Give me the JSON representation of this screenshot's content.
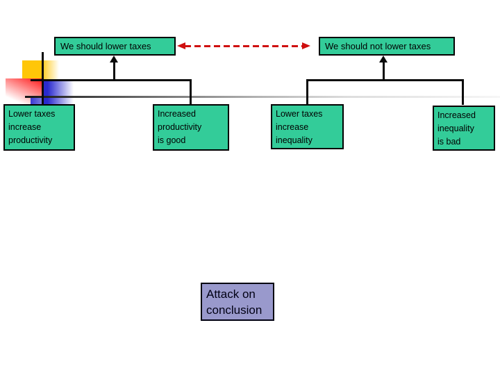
{
  "colors": {
    "node_fill": "#33cc99",
    "node_border": "#000000",
    "annotation_fill": "#9999cc",
    "attack_arrow_red": "#cf0f0f",
    "connector_black": "#0a0a0a",
    "decor_yellow": "#ffc608",
    "decor_red": "#ff2020",
    "decor_blue": "#2a2ace",
    "divider_fade": [
      "#151515",
      "#f6f6f6"
    ]
  },
  "argument_map": {
    "conclusions": [
      {
        "id": "pro",
        "label": "We should lower taxes"
      },
      {
        "id": "con",
        "label": "We should not lower taxes"
      }
    ],
    "premises": [
      {
        "label": "Lower taxes\nincrease\nproductivity",
        "supports": "pro"
      },
      {
        "label": "Increased\nproductivity\nis good",
        "supports": "pro"
      },
      {
        "label": "Lower taxes\nincrease\ninequality",
        "supports": "con"
      },
      {
        "label": "Increased\ninequality\nis bad",
        "supports": "con"
      }
    ],
    "attack_link": {
      "between": [
        "pro",
        "con"
      ],
      "style": "red-dashed-double-arrow"
    },
    "annotation_label": "Attack on\nconclusion"
  }
}
